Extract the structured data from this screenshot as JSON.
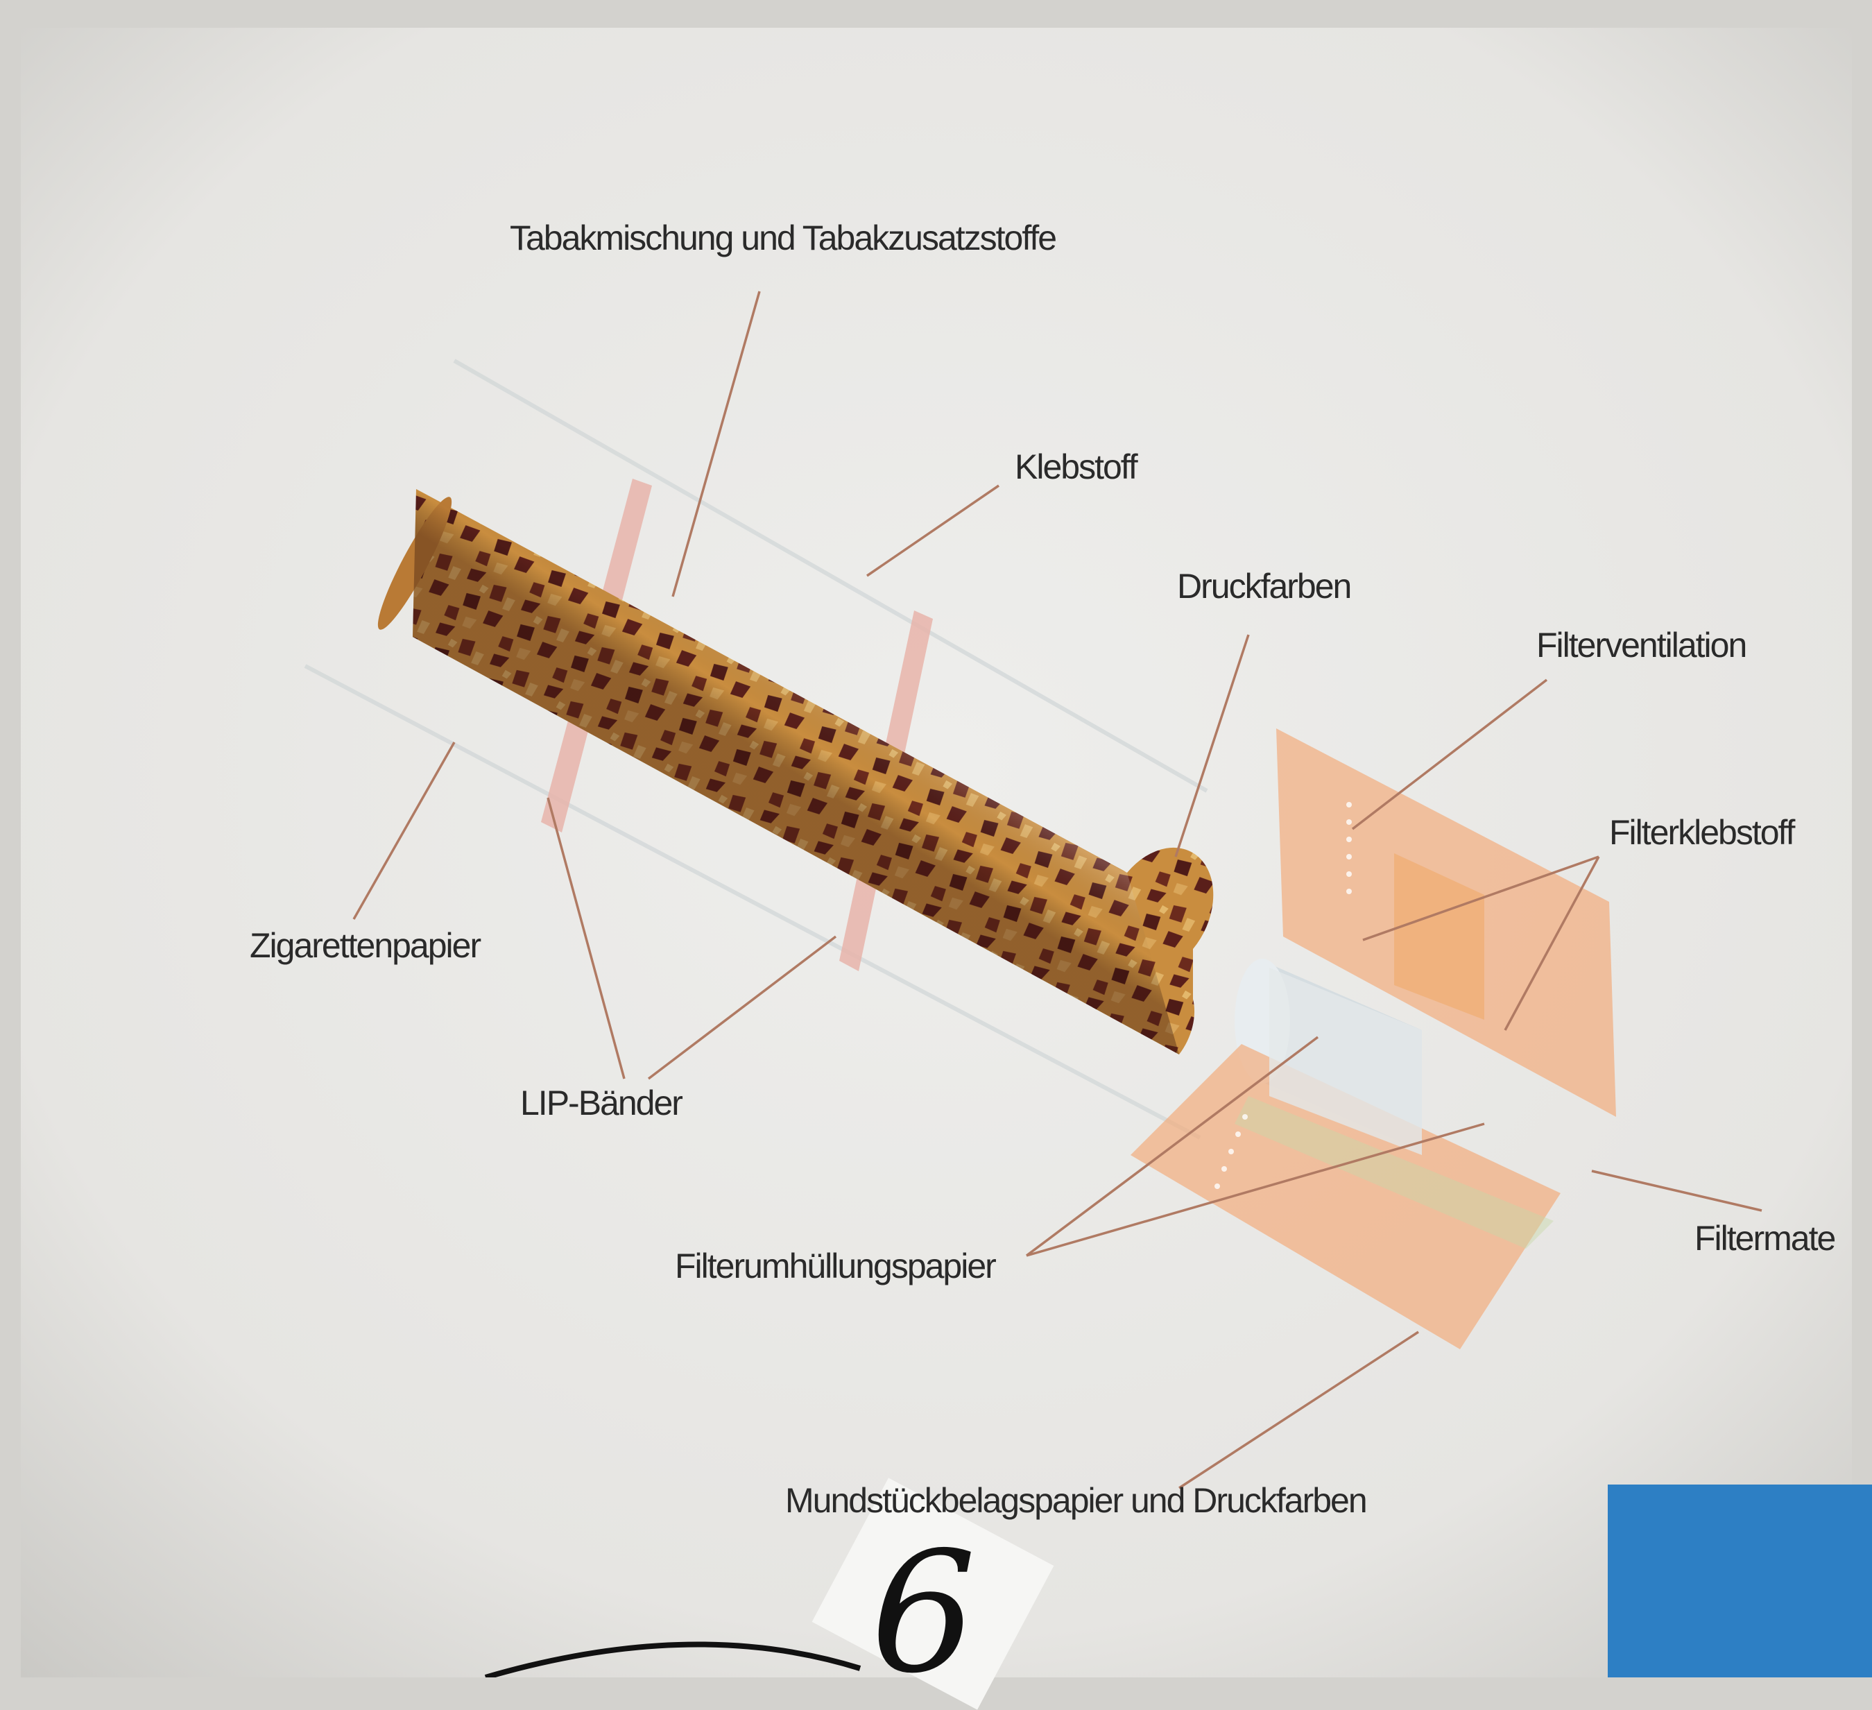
{
  "labels": {
    "tobacco": "Tabakmischung und Tabakzusatzstoffe",
    "adhesive": "Klebstoff",
    "inks": "Druckfarben",
    "filter_ventilation": "Filterventilation",
    "filter_adhesive": "Filterklebstoff",
    "cigarette_paper": "Zigarettenpapier",
    "lip_bands": "LIP-Bänder",
    "filter_wrap_paper": "Filterumhüllungspapier",
    "filter_material": "Filtermate",
    "tipping_paper": "Mundstückbelagspapier und Druckfarben"
  },
  "handwritten_mark": "6",
  "colors": {
    "tobacco_base": "#c68a3d",
    "tobacco_speck": "#5a1f1a",
    "lip_band": "#e8b4aa",
    "tipping_paper": "#f2ad7e",
    "filter": "#dfe5e8",
    "leader_line": "#b07a63",
    "blue_tab": "#2d7fc4"
  }
}
